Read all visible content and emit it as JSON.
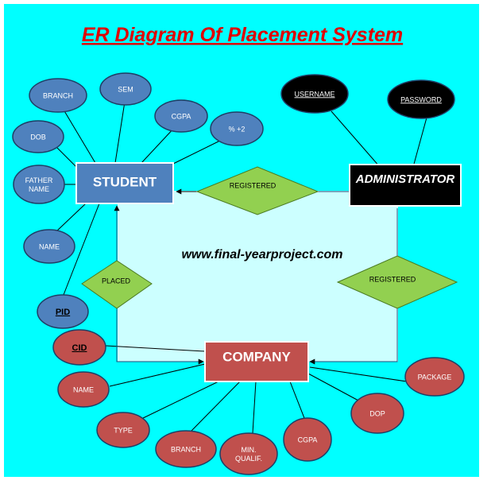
{
  "title": "ER Diagram Of Placement System",
  "watermark": "www.final-yearproject.com",
  "colors": {
    "background": "#00ffff",
    "inner_panel": "#ccffff",
    "title": "#e00000",
    "student_fill": "#4f81bd",
    "company_fill": "#c0504d",
    "admin_fill": "#000000",
    "relationship_fill": "#92d050",
    "attr_blue": "#4f81bd",
    "attr_red": "#c0504d",
    "attr_black": "#000000",
    "line": "#000000",
    "connector": "#1f4e79"
  },
  "entities": {
    "student": {
      "label": "STUDENT"
    },
    "administrator": {
      "label": "ADMINISTRATOR"
    },
    "company": {
      "label": "COMPANY"
    }
  },
  "relationships": {
    "registered_admin": {
      "label": "REGISTERED"
    },
    "registered_company": {
      "label": "REGISTERED"
    },
    "placed": {
      "label": "PLACED"
    }
  },
  "attributes": {
    "student": [
      {
        "id": "branch",
        "lines": [
          "BRANCH"
        ]
      },
      {
        "id": "sem",
        "lines": [
          "SEM"
        ]
      },
      {
        "id": "cgpa",
        "lines": [
          "CGPA"
        ]
      },
      {
        "id": "percent",
        "lines": [
          "% +2"
        ]
      },
      {
        "id": "dob",
        "lines": [
          "DOB"
        ]
      },
      {
        "id": "father-name",
        "lines": [
          "FATHER",
          "NAME"
        ]
      },
      {
        "id": "name",
        "lines": [
          "NAME"
        ]
      },
      {
        "id": "pid",
        "lines": [
          "PID"
        ],
        "key": true
      }
    ],
    "administrator": [
      {
        "id": "username",
        "lines": [
          "USERNAME"
        ],
        "key": true
      },
      {
        "id": "password",
        "lines": [
          "PASSWORD"
        ],
        "key": true
      }
    ],
    "company": [
      {
        "id": "cid",
        "lines": [
          "CID"
        ],
        "key": true
      },
      {
        "id": "name",
        "lines": [
          "NAME"
        ]
      },
      {
        "id": "type",
        "lines": [
          "TYPE"
        ]
      },
      {
        "id": "branch",
        "lines": [
          "BRANCH"
        ]
      },
      {
        "id": "min-qualif",
        "lines": [
          "MIN.",
          "QUALIF."
        ]
      },
      {
        "id": "cgpa",
        "lines": [
          "CGPA"
        ]
      },
      {
        "id": "dop",
        "lines": [
          "DOP"
        ]
      },
      {
        "id": "package",
        "lines": [
          "PACKAGE"
        ]
      }
    ]
  }
}
